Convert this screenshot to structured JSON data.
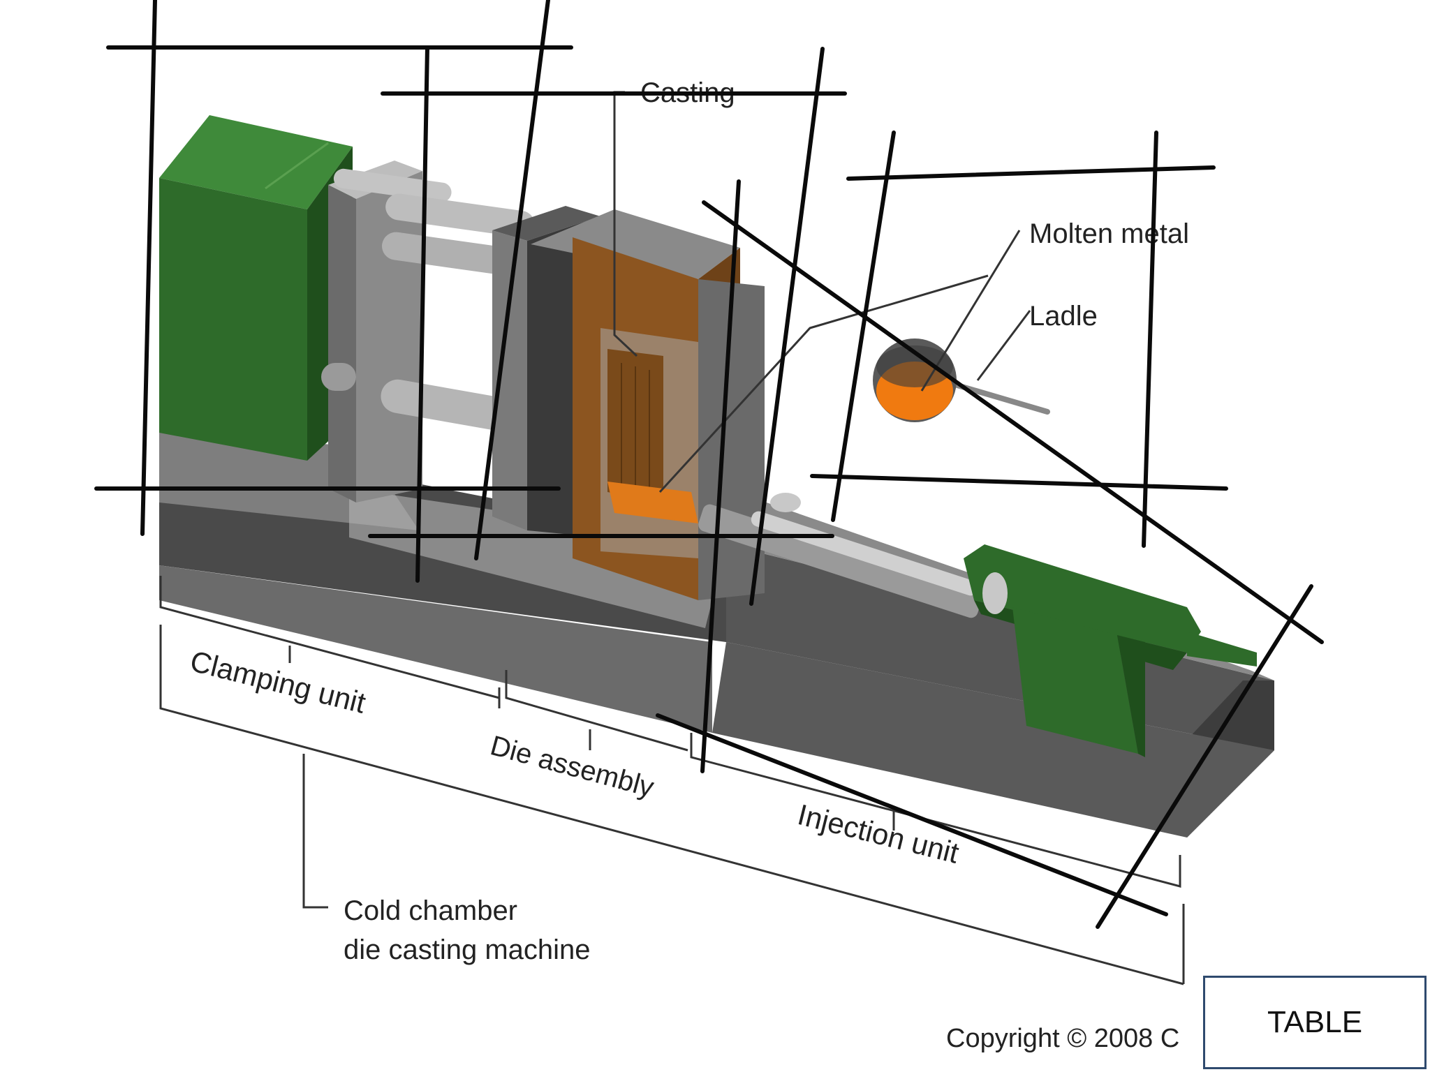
{
  "diagram": {
    "labels": {
      "casting": "Casting",
      "molten_metal": "Molten metal",
      "ladle": "Ladle",
      "clamping_unit": "Clamping unit",
      "die_assembly": "Die assembly",
      "injection_unit": "Injection unit",
      "machine_line1": "Cold chamber",
      "machine_line2": "die casting machine",
      "copyright": "Copyright © 2008 C"
    },
    "table_box": "TABLE"
  },
  "colors": {
    "green": "#2e6b2a",
    "green_dark": "#1f4f1c",
    "gray_dark": "#4d4d4d",
    "gray_mid": "#777777",
    "gray_light": "#a6a6a6",
    "copper": "#9a5a22",
    "molten": "#f07a10",
    "table_border": "#2f4a6e"
  }
}
